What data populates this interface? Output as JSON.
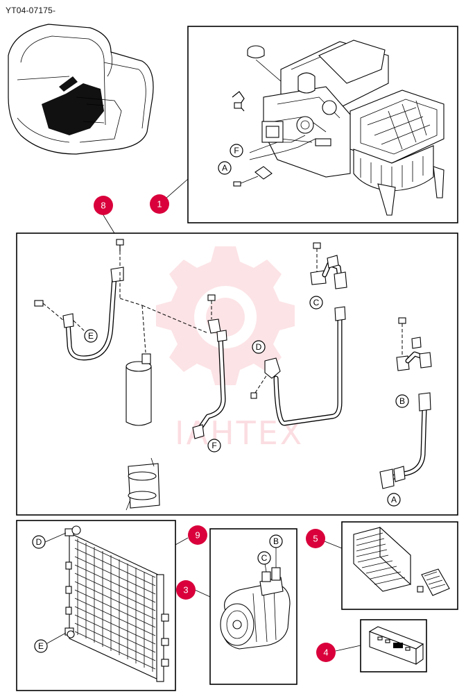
{
  "document_code": "YT04-07175-",
  "watermark_text": "ІАНТЕХ",
  "callout_color": "#d9003b",
  "callouts": [
    "1",
    "8",
    "9",
    "3",
    "5",
    "4"
  ],
  "connection_letters": {
    "top_f": "F",
    "top_a": "A",
    "pipes_c": "C",
    "pipes_e": "E",
    "pipes_d": "D",
    "pipes_b": "B",
    "pipes_f": "F",
    "pipes_a": "A",
    "cond_d": "D",
    "cond_e": "E",
    "comp_b": "B",
    "comp_c": "C"
  }
}
